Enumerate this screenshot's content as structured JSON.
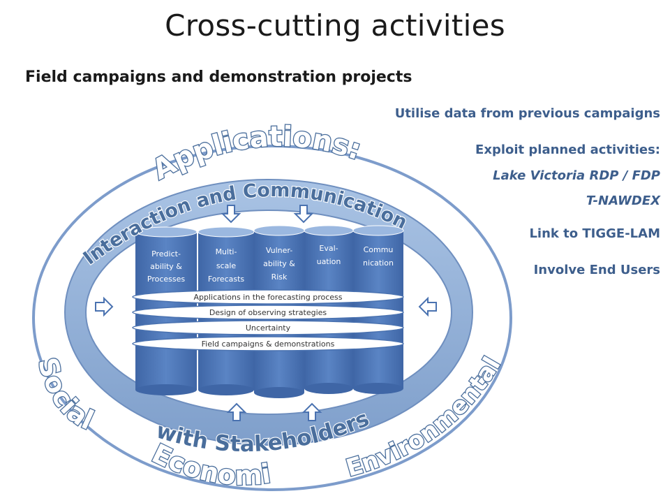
{
  "title": "Cross-cutting activities",
  "subtitle": "Field campaigns and demonstration projects",
  "bullets": {
    "b1": "Utilise data from previous campaigns",
    "b2": "Exploit planned activities:",
    "b2a": "Lake Victoria RDP / FDP",
    "b2b": "T-NAWDEX",
    "b3": "Link to TIGGE-LAM",
    "b4": "Involve End Users"
  },
  "diagram": {
    "outer_top": "Applications:",
    "inner_top": "Interaction and Communication",
    "inner_bottom": "with Stakeholders",
    "social": "Social",
    "economic": "Economic",
    "environmental": "Environmental",
    "columns": [
      {
        "l1": "Predict-",
        "l2": "ability  &",
        "l3": "Processes"
      },
      {
        "l1": "Multi-",
        "l2": "scale",
        "l3": "Forecasts"
      },
      {
        "l1": "Vulner-",
        "l2": "ability &",
        "l3": "Risk"
      },
      {
        "l1": "Eval-",
        "l2": "uation",
        "l3": ""
      },
      {
        "l1": "Commu",
        "l2": "nication",
        "l3": ""
      }
    ],
    "bands": [
      "Applications in the forecasting process",
      "Design of observing strategies",
      "Uncertainty",
      "Field campaigns & demonstrations"
    ]
  },
  "colors": {
    "ring": "#8fb0d8",
    "column": "#4a72b0",
    "column_top": "#9bb8e0",
    "text_blue": "#3d5e8c"
  }
}
